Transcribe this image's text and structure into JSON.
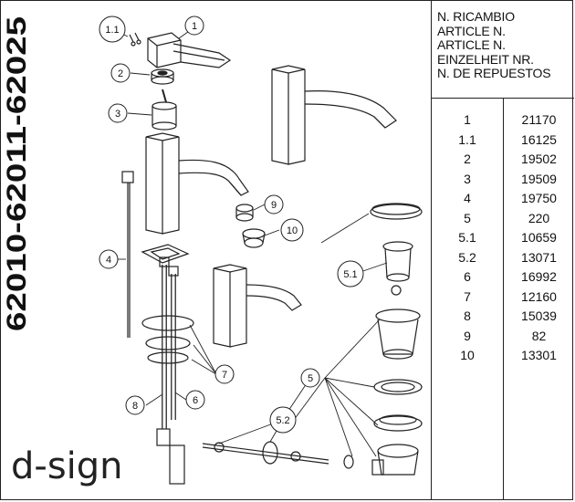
{
  "model_code": "62010-62011-62025",
  "brand": "d-sign",
  "header_lines": [
    "N. RICAMBIO",
    "ARTICLE N.",
    "ARTICLE N.",
    "EINZELHEIT NR.",
    "N. DE REPUESTOS"
  ],
  "parts": [
    {
      "item": "1",
      "code": "21170"
    },
    {
      "item": "1.1",
      "code": "16125"
    },
    {
      "item": "2",
      "code": "19502"
    },
    {
      "item": "3",
      "code": "19509"
    },
    {
      "item": "4",
      "code": "19750"
    },
    {
      "item": "5",
      "code": "220"
    },
    {
      "item": "5.1",
      "code": "10659"
    },
    {
      "item": "5.2",
      "code": "13071"
    },
    {
      "item": "6",
      "code": "16992"
    },
    {
      "item": "7",
      "code": "12160"
    },
    {
      "item": "8",
      "code": "15039"
    },
    {
      "item": "9",
      "code": "82"
    },
    {
      "item": "10",
      "code": "13301"
    }
  ],
  "callouts": [
    "1.1",
    "1",
    "2",
    "3",
    "9",
    "10",
    "4",
    "5.1",
    "5",
    "7",
    "8",
    "6",
    "5.2"
  ]
}
